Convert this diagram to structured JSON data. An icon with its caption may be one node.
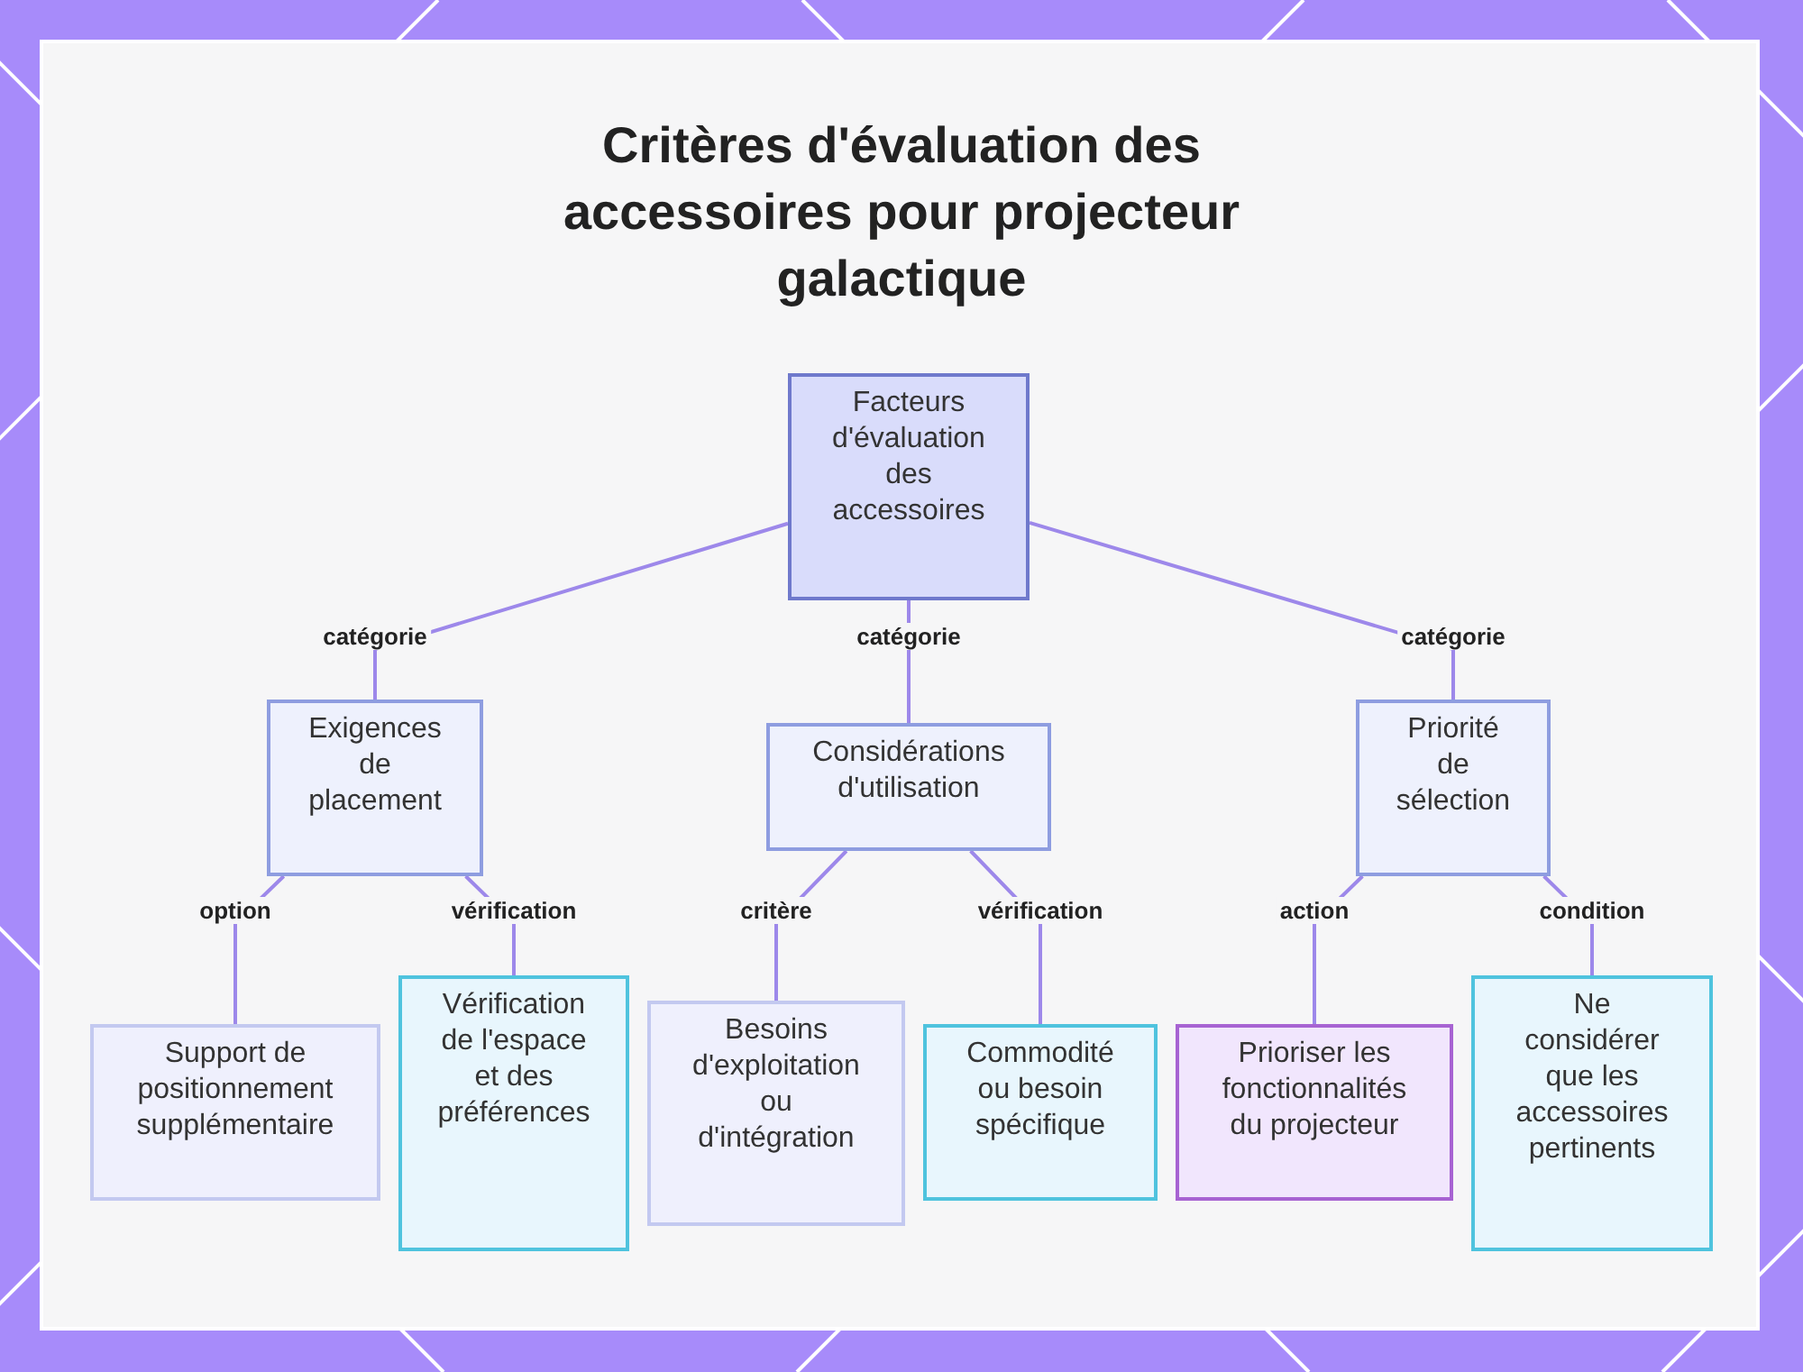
{
  "diagram": {
    "title": "Critères d'évaluation des accessoires pour projecteur galactique",
    "nodes": [
      {
        "text": [
          "Facteurs d'évaluation des accessoires"
        ]
      },
      {
        "text": [
          "Exigences de placement"
        ]
      },
      {
        "text": [
          "Considérations d'utilisation"
        ]
      },
      {
        "text": [
          "Priorité de sélection"
        ]
      },
      {
        "text": [
          "Support de positionnement supplémentaire"
        ]
      },
      {
        "text": [
          "Vérification de l'espace et des préférences"
        ]
      },
      {
        "text": [
          "Besoins d'exploitation ou d'intégration"
        ]
      },
      {
        "text": [
          "Commodité ou besoin spécifique"
        ]
      },
      {
        "text": [
          "Prioriser les fonctionnalités du projecteur"
        ]
      },
      {
        "text": [
          "Ne considérer que les accessoires pertinents"
        ]
      }
    ],
    "edges": [
      {
        "from": 0,
        "to": 1,
        "arrow": "none",
        "label": "catégorie"
      },
      {
        "from": 0,
        "to": 2,
        "arrow": "none",
        "label": "catégorie"
      },
      {
        "from": 0,
        "to": 3,
        "arrow": "none",
        "label": "catégorie"
      },
      {
        "from": 1,
        "to": 4,
        "arrow": "none",
        "label": "option"
      },
      {
        "from": 1,
        "to": 5,
        "arrow": "none",
        "label": "vérification"
      },
      {
        "from": 2,
        "to": 6,
        "arrow": "none",
        "label": "critère"
      },
      {
        "from": 2,
        "to": 7,
        "arrow": "none",
        "label": "vérification"
      },
      {
        "from": 3,
        "to": 8,
        "arrow": "none",
        "label": "action"
      },
      {
        "from": 3,
        "to": 9,
        "arrow": "none",
        "label": "condition"
      }
    ]
  }
}
